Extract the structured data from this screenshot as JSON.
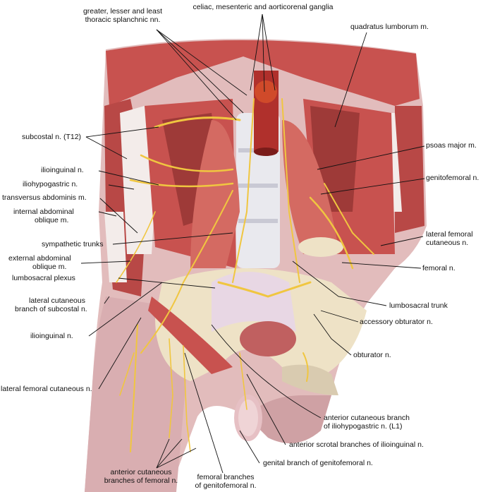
{
  "labels": {
    "celiac": "celiac, mesenteric and aorticorenal ganglia",
    "splanchnic_1": "greater, lesser and least",
    "splanchnic_2": "thoracic splanchnic nn.",
    "quadratus": "quadratus lumborum m.",
    "subcostal": "subcostal n. (T12)",
    "psoas": "psoas major m.",
    "ilioinguinal_upper": "ilioinguinal n.",
    "genitofemoral": "genitofemoral n.",
    "iliohypogastric": "iliohypogastric n.",
    "transversus": "transversus abdominis m.",
    "int_oblique_1": "internal abdominal",
    "int_oblique_2": "oblique m.",
    "lat_fem_cut_right_1": "lateral femoral",
    "lat_fem_cut_right_2": "cutaneous n.",
    "sympathetic": "sympathetic trunks",
    "ext_oblique_1": "external abdominal",
    "ext_oblique_2": "oblique m.",
    "femoral": "femoral n.",
    "lumbosacral_plexus": "lumbosacral plexus",
    "lumbosacral_trunk": "lumbosacral trunk",
    "lat_cut_sub_1": "lateral cutaneous",
    "lat_cut_sub_2": "branch of subcostal n.",
    "accessory_obturator": "accessory obturator n.",
    "ilioinguinal_lower": "ilioinguinal n.",
    "obturator": "obturator n.",
    "lat_fem_cut_left": "lateral femoral cutaneous n.",
    "ant_cut_ilio_1": "anterior cutaneous branch",
    "ant_cut_ilio_2": "of iliohypogastric n. (L1)",
    "ant_scrotal": "anterior scrotal branches of ilioinguinal n.",
    "genital_branch": "genital branch of genitofemoral n.",
    "ant_cut_fem_1": "anterior cutaneous",
    "ant_cut_fem_2": "branches of femoral n.",
    "fem_branches_1": "femoral branches",
    "fem_branches_2": "of genitofemoral n."
  },
  "colors": {
    "muscle": "#c8524f",
    "muscle_dark": "#9e3a38",
    "muscle_light": "#e69a8c",
    "nerve": "#f0c640",
    "bone": "#eee2c6",
    "skin": "#e2bcbc",
    "skin_shadow": "#cfa1a4",
    "fascia": "#f3ecea",
    "spine": "#e9e9ee"
  }
}
